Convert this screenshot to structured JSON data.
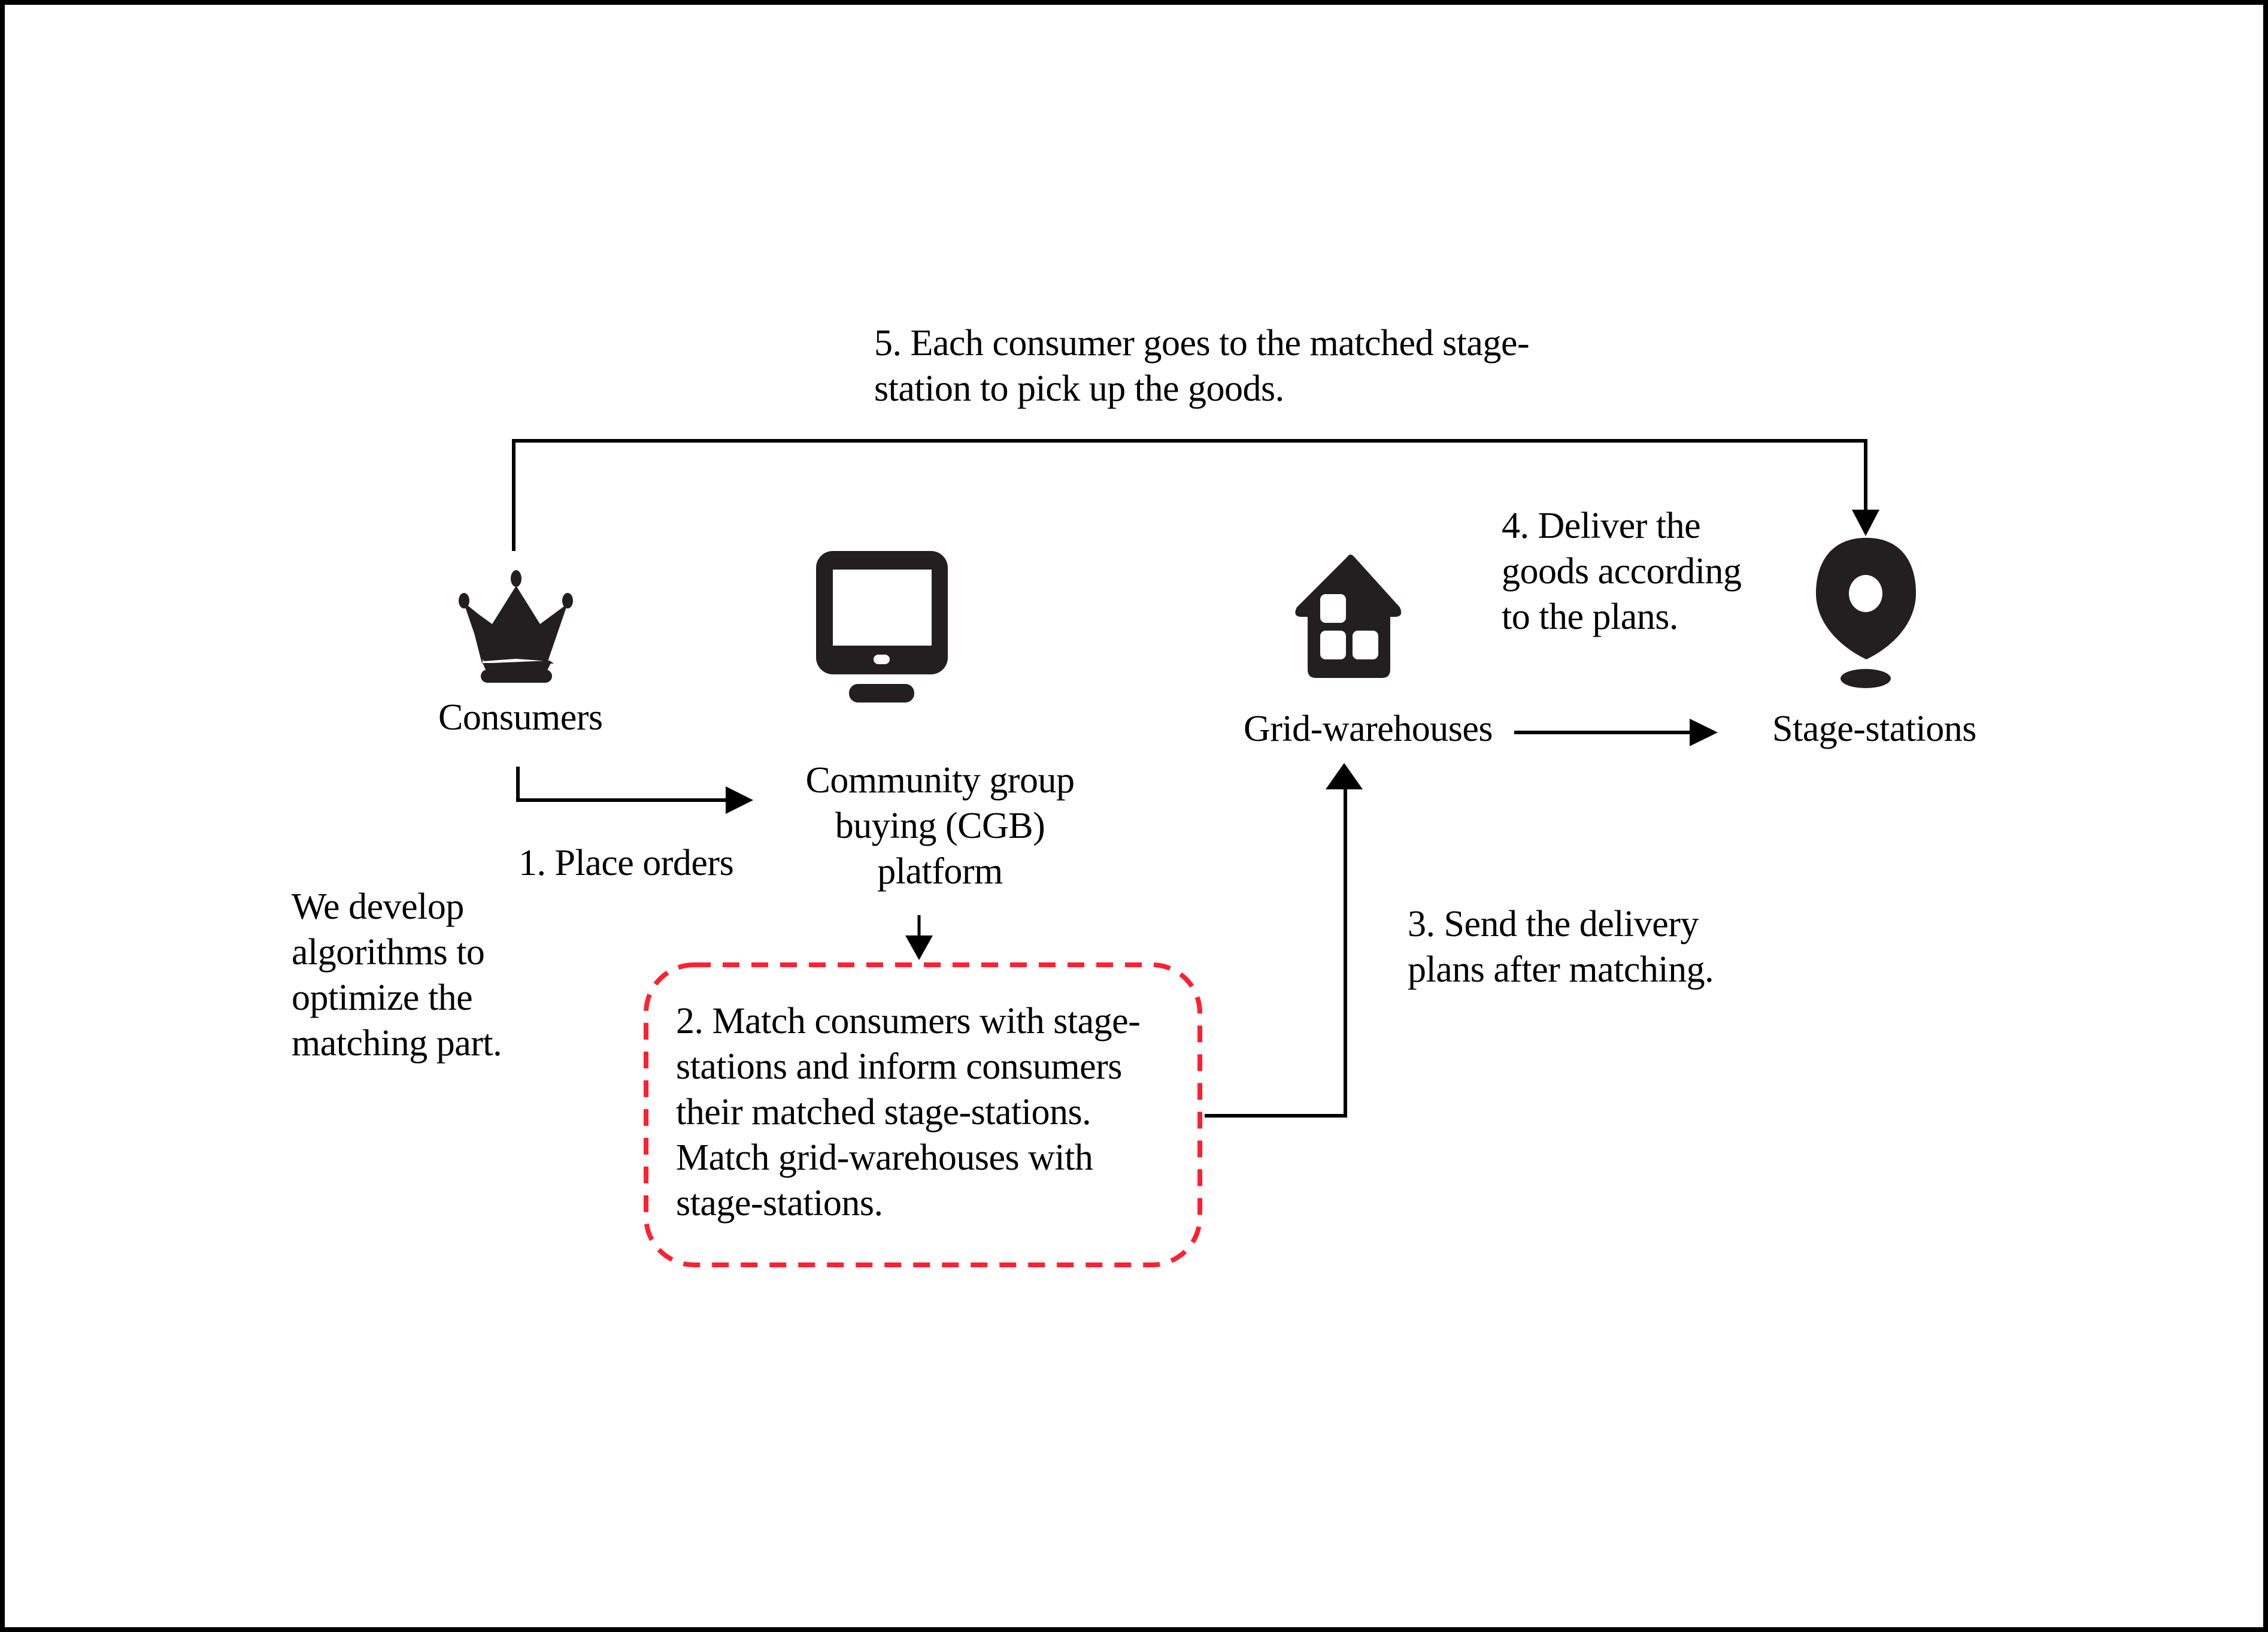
{
  "diagram": {
    "nodes": {
      "consumers": {
        "label": "Consumers",
        "icon": "crown-icon"
      },
      "platform": {
        "label_lines": [
          "Community group",
          "buying (CGB)",
          "platform"
        ],
        "icon": "monitor-icon"
      },
      "grid_warehouses": {
        "label": "Grid-warehouses",
        "icon": "house-icon"
      },
      "stage_stations": {
        "label": "Stage-stations",
        "icon": "map-pin-icon"
      }
    },
    "steps": {
      "step1": {
        "text": "1. Place orders"
      },
      "step2": {
        "lines": [
          "2. Match consumers with stage-",
          "stations and inform consumers",
          "their matched stage-stations.",
          "Match grid-warehouses with",
          "stage-stations."
        ]
      },
      "step3": {
        "lines": [
          "3. Send the delivery",
          "plans after matching."
        ]
      },
      "step4": {
        "lines": [
          "4. Deliver the",
          "goods according",
          "to the plans."
        ]
      },
      "step5": {
        "lines": [
          "5. Each consumer goes to the matched stage-",
          "station to pick up the goods."
        ]
      }
    },
    "note": {
      "lines": [
        "We develop",
        "algorithms to",
        "optimize the",
        "matching part."
      ]
    },
    "colors": {
      "line": "#000000",
      "icon": "#231f20",
      "highlight_dash": "#ff2030",
      "background": "#ffffff"
    }
  }
}
